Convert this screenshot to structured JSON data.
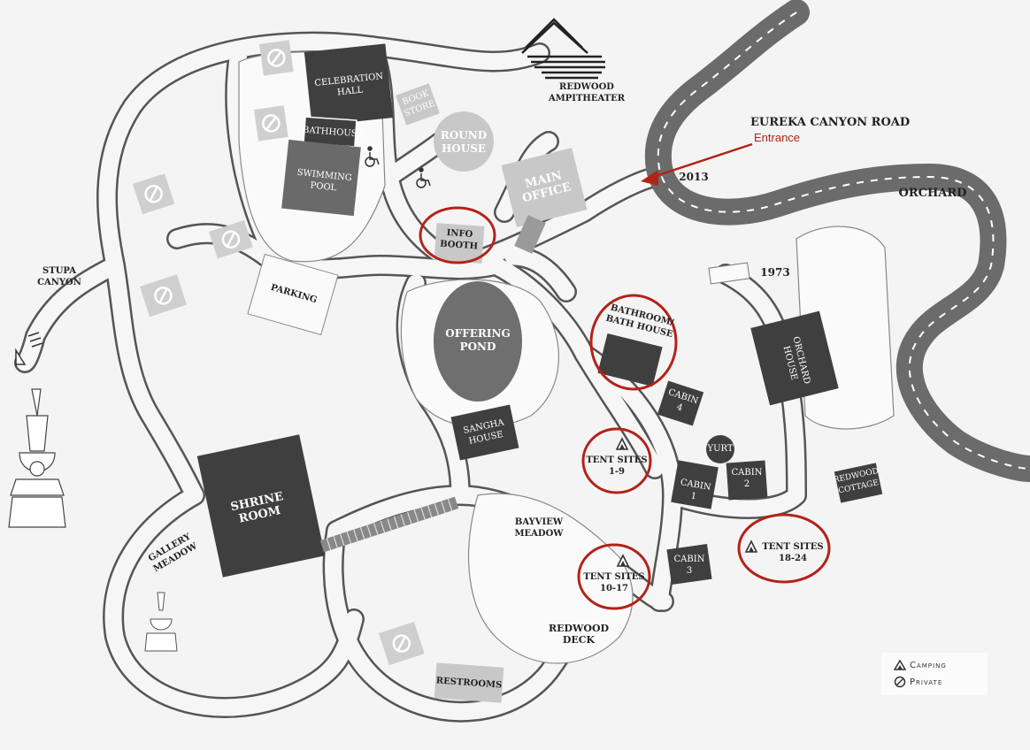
{
  "map": {
    "road_name": "EUREKA CANYON ROAD",
    "entrance_label": "Entrance",
    "entrance_color": "#b32218",
    "road_color": "#6b6b6b",
    "building_color": "#3f3f3f",
    "private_area_color": "#cfcfcf",
    "circle_highlight_color": "#b32218",
    "address_numbers": {
      "main": "2013",
      "secondary": "1973"
    },
    "places": {
      "celebration_hall": "CELEBRATION\nHALL",
      "bathhouse": "BATHHOUSE",
      "swimming_pool": "SWIMMING\nPOOL",
      "book_store": "BOOK\nSTORE",
      "round_house": "ROUND\nHOUSE",
      "redwood_ampitheater": "REDWOOD\nAMPITHEATER",
      "main_office": "MAIN\nOFFICE",
      "info_booth": "INFO\nBOOTH",
      "orchard": "ORCHARD",
      "stupa_canyon": "STUPA\nCANYON",
      "parking": "PARKING",
      "offering_pond": "OFFERING\nPOND",
      "bathroom_bath_house": "BATHROOM/\nBATH HOUSE",
      "orchard_house": "ORCHARD\nHOUSE",
      "cabin_4": "CABIN\n4",
      "sangha_house": "SANGHA\nHOUSE",
      "yurt": "YURT",
      "tent_sites_1_9": "TENT SITES\n1-9",
      "cabin_1": "CABIN\n1",
      "cabin_2": "CABIN\n2",
      "redwood_cottage": "REDWOOD\nCOTTAGE",
      "shrine_room": "SHRINE\nROOM",
      "gallery_meadow": "GALLERY\nMEADOW",
      "bayview_meadow": "BAYVIEW\nMEADOW",
      "tent_sites_10_17": "TENT SITES\n10-17",
      "cabin_3": "CABIN\n3",
      "tent_sites_18_24": "TENT SITES\n18-24",
      "redwood_deck": "REDWOOD\nDECK",
      "restrooms": "RESTROOMS"
    }
  },
  "legend": {
    "camping": "Camping",
    "private": "Private"
  }
}
